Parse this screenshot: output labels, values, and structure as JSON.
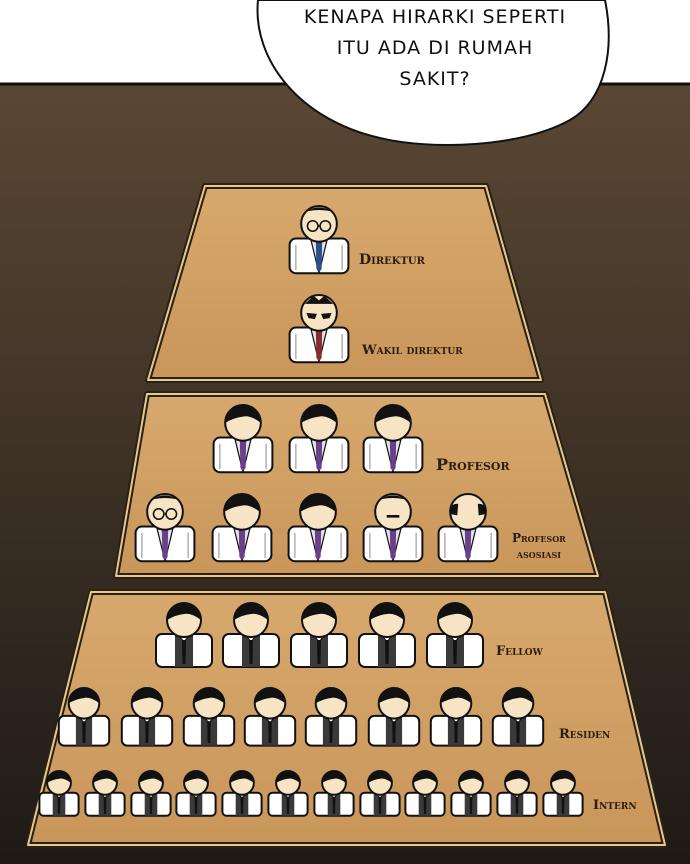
{
  "speech_bubble": {
    "lines": [
      "KENAPA HIRARKI SEPERTI",
      "ITU ADA DI RUMAH",
      "SAKIT?"
    ]
  },
  "pyramid": {
    "tier1": {
      "rank1": "Direktur",
      "rank2": "Wakil direktur"
    },
    "tier2": {
      "rank1": "Profesor",
      "rank2_line1": "Profesor",
      "rank2_line2": "asosiasi"
    },
    "tier3": {
      "rank1": "Fellow",
      "rank2": "Residen",
      "rank3": "Intern"
    }
  },
  "colors": {
    "background_top": "#5a4734",
    "background_bottom": "#1f1a16",
    "panel_fill": "#d4a367",
    "panel_border": "#e7c98a",
    "tie_senior": "#6b3f8a",
    "tie_junior": "#3a3a3a"
  }
}
